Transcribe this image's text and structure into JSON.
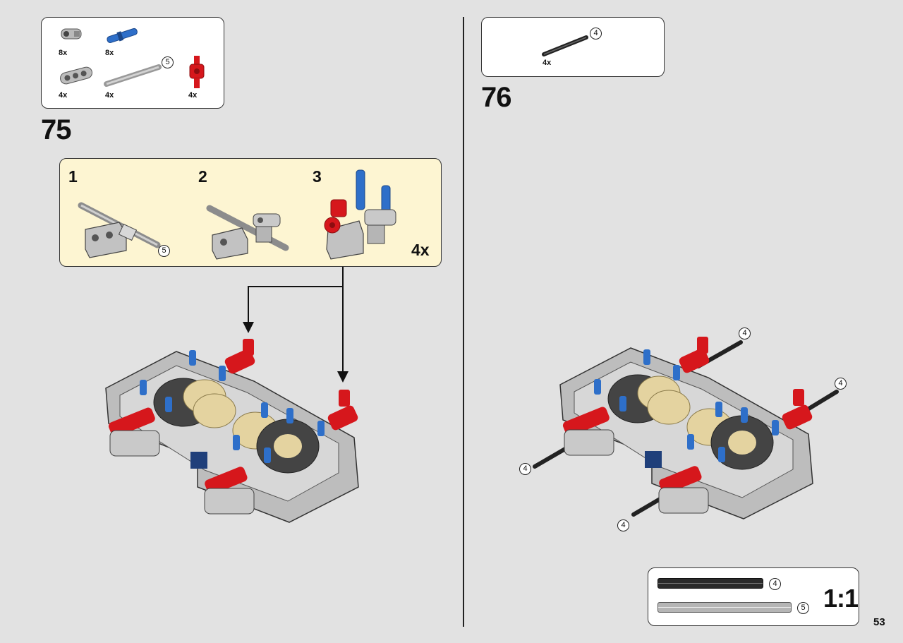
{
  "page_number": "53",
  "step75": {
    "number": "75",
    "parts": [
      {
        "name": "connector-gray",
        "qty": "8x"
      },
      {
        "name": "pin-blue",
        "qty": "8x"
      },
      {
        "name": "beam-gray",
        "qty": "4x"
      },
      {
        "name": "axle-gray",
        "qty": "4x",
        "length": "5"
      },
      {
        "name": "connector-red",
        "qty": "4x"
      }
    ],
    "substeps": [
      {
        "num": "1",
        "axle_length": "5"
      },
      {
        "num": "2"
      },
      {
        "num": "3"
      }
    ],
    "multiplier": "4x"
  },
  "step76": {
    "number": "76",
    "parts": [
      {
        "name": "axle-black",
        "qty": "4x",
        "length": "4"
      }
    ],
    "callouts": [
      "4",
      "4",
      "4",
      "4"
    ]
  },
  "scale_ruler": {
    "label": "1:1",
    "axles": [
      {
        "color": "black",
        "length": "4"
      },
      {
        "color": "gray",
        "length": "5"
      }
    ]
  },
  "colors": {
    "red": "#d6171c",
    "blue": "#2e6fc9",
    "gray": "#b9b9b9",
    "dark_gray": "#4a4a4a",
    "tan": "#e4d3a0",
    "panel_yellow": "#fdf5d2"
  }
}
